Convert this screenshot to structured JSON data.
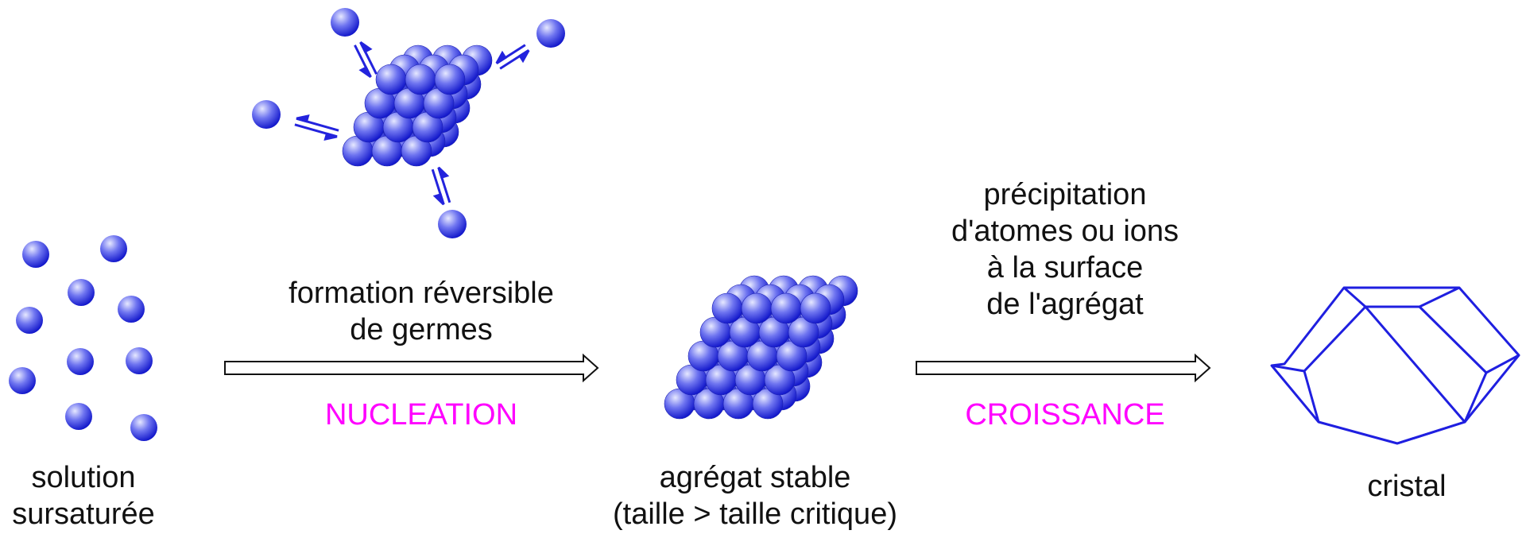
{
  "colors": {
    "sphere_light": "#e6e8ff",
    "sphere_mid": "#6f75f0",
    "sphere_dark": "#0b10c8",
    "arrow_blue": "#2323dd",
    "crystal_line": "#1f1fe0",
    "step_label": "#ff00ff",
    "text": "#111111"
  },
  "stages": {
    "solution": {
      "line1": "solution",
      "line2": "sursaturée"
    },
    "nucleation": {
      "line1": "formation réversible",
      "line2": "de germes",
      "step": "NUCLEATION"
    },
    "aggregate": {
      "line1": "agrégat stable",
      "line2": "(taille > taille critique)"
    },
    "growth": {
      "line1": "précipitation",
      "line2": "d'atomes ou ions",
      "line3": "à la surface",
      "line4": "de l'agrégat",
      "step": "CROISSANCE"
    },
    "crystal": {
      "label": "cristal"
    }
  },
  "icons": {
    "free_particle": "sphere-icon",
    "equilibrium": "equilibrium-arrows-icon",
    "process": "process-arrow-icon",
    "crystal": "crystal-polyhedron-icon"
  }
}
